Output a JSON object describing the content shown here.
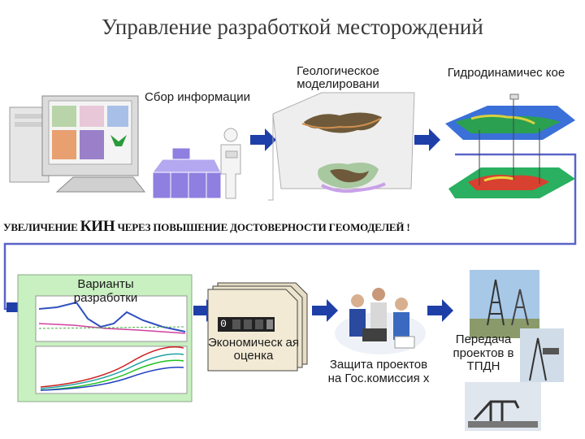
{
  "title": "Управление разработкой месторождений",
  "top_row": {
    "info_label": "Сбор информации",
    "geo_label": "Геологическое моделировани",
    "hydro_label": "Гидродинамичес кое"
  },
  "banner": {
    "part1": "УВЕЛИЧЕНИЕ ",
    "part2": "КИН",
    "part3": " ЧЕРЕЗ ПОВЫШЕНИЕ ДОСТОВЕРНОСТИ ГЕОМОДЕЛЕЙ !"
  },
  "bottom_row": {
    "variants_label": "Варианты разработки",
    "econ_label": "Экономическ ая оценка",
    "counter_digit": "0",
    "defense_label": "Защита проектов на Гос.комиссия х",
    "transfer_label": "Передача проектов в ТПДН"
  },
  "colors": {
    "flow_line": "#5a63c8",
    "arrow_fill": "#1e3fa8",
    "cube_fill": "#8f7fe0",
    "map_green": "#c8f0c0"
  }
}
